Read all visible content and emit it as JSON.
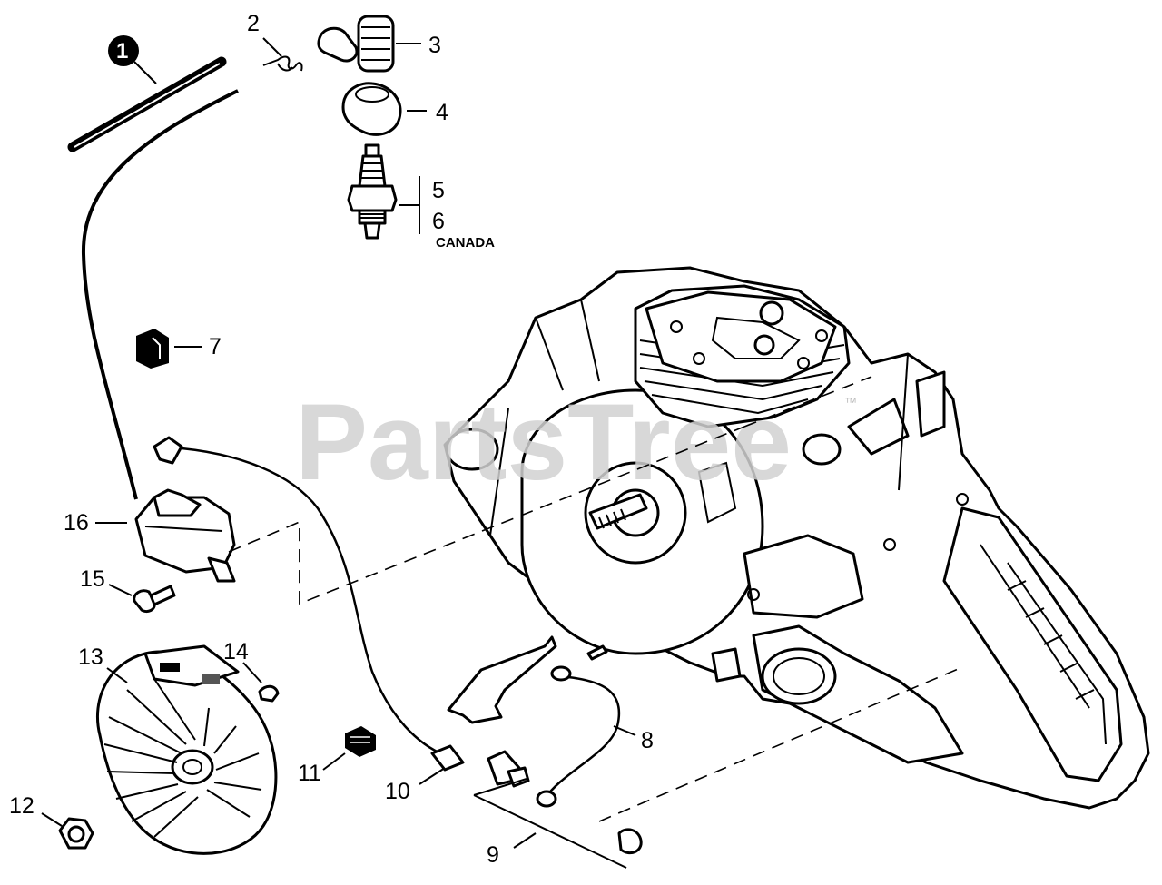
{
  "diagram": {
    "watermark": "PartsTree",
    "watermark_tm": "™",
    "callouts": [
      {
        "id": "1",
        "style": "circled"
      },
      {
        "id": "2"
      },
      {
        "id": "3"
      },
      {
        "id": "4"
      },
      {
        "id": "5"
      },
      {
        "id": "6"
      },
      {
        "id": "7"
      },
      {
        "id": "8"
      },
      {
        "id": "9"
      },
      {
        "id": "10"
      },
      {
        "id": "11"
      },
      {
        "id": "12"
      },
      {
        "id": "13"
      },
      {
        "id": "14"
      },
      {
        "id": "15"
      },
      {
        "id": "16"
      }
    ],
    "note_6": "CANADA"
  }
}
